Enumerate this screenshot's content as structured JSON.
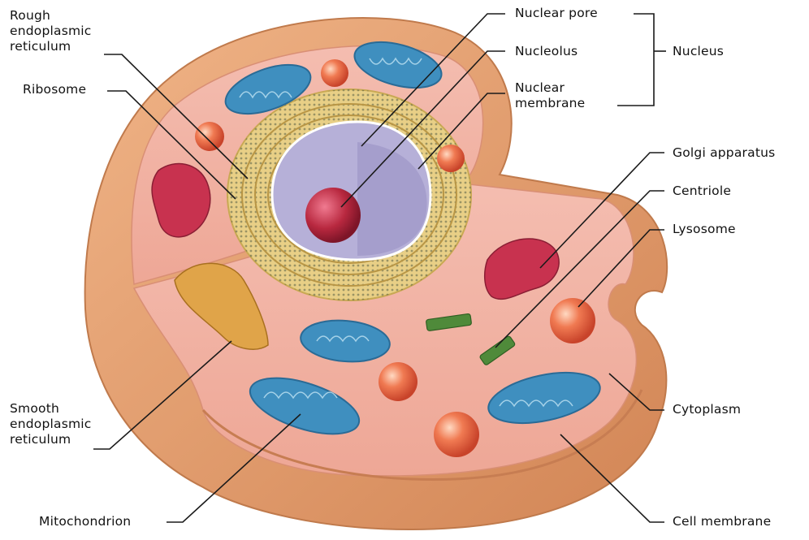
{
  "labels": {
    "rough_er": [
      "Rough",
      "endoplasmic",
      "reticulum"
    ],
    "ribosome": "Ribosome",
    "nuclear_pore": "Nuclear pore",
    "nucleolus": "Nucleolus",
    "nuclear_membrane": [
      "Nuclear",
      "membrane"
    ],
    "nucleus": "Nucleus",
    "golgi": "Golgi apparatus",
    "centriole": "Centriole",
    "lysosome": "Lysosome",
    "smooth_er": [
      "Smooth",
      "endoplasmic",
      "reticulum"
    ],
    "cytoplasm": "Cytoplasm",
    "mitochondrion": "Mitochondrion",
    "cell_membrane": "Cell membrane"
  },
  "colors": {
    "cell_outer": "#e9a577",
    "cell_rim": "#d08a5e",
    "cytoplasm": "#f2b3a4",
    "mitochondria": "#3f8fbf",
    "nucleus": "#b6b0d8",
    "nucleolus": "#b8283f",
    "rough_er": "#e3c87a",
    "golgi": "#c8324f",
    "lysosome": "#e6563a",
    "centriole": "#4f8a3a"
  }
}
